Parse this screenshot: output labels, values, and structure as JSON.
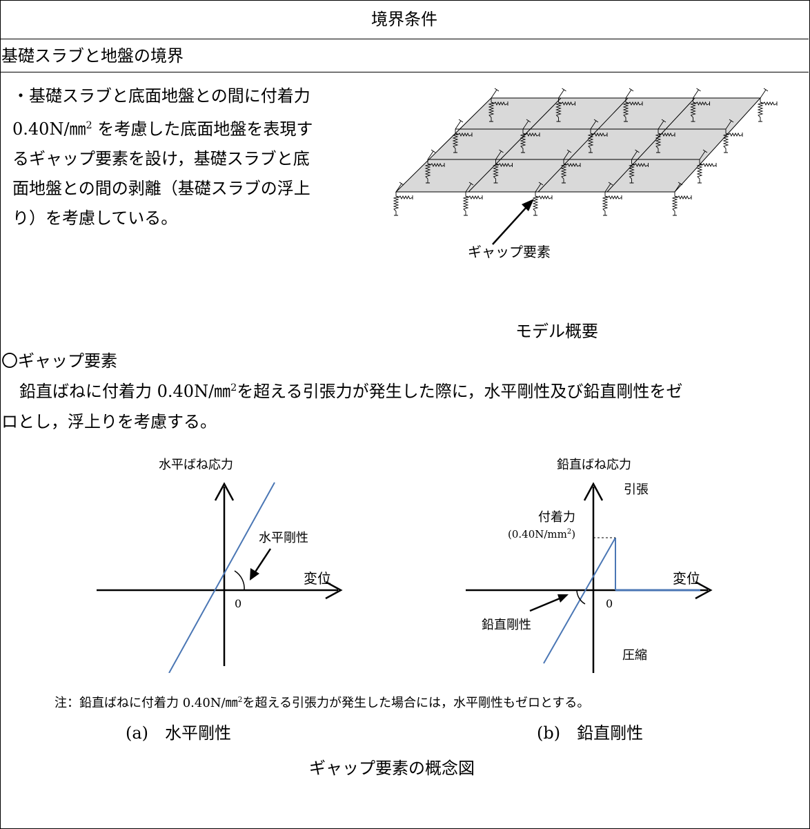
{
  "header": {
    "title": "境界条件"
  },
  "section": {
    "label": "基礎スラブと地盤の境界"
  },
  "description": {
    "lines": [
      "・基礎スラブと底面地盤との間に付着力",
      "0.40N/㎜",
      "を考慮した底面地盤を表現す",
      "るギャップ要素を設け，基礎スラブと底",
      "面地盤との間の剥離（基礎スラブの浮上",
      "り）を考慮している。"
    ],
    "superscript": "2"
  },
  "model": {
    "gap_label": "ギャップ要素",
    "caption": "モデル概要"
  },
  "gap": {
    "heading": "〇ギャップ要素",
    "text1_a": "鉛直ばねに付着力 0.40N/㎜",
    "text1_b": "を超える引張力が発生した際に，水平剛性及び鉛直剛性をゼ",
    "text2": "ロとし，浮上りを考慮する。"
  },
  "graph_a": {
    "title": "水平ばね応力",
    "slope_label": "水平剛性",
    "x_label": "変位",
    "origin": "0",
    "caption": "(a)　水平剛性"
  },
  "graph_b": {
    "title": "鉛直ばね応力",
    "tension": "引張",
    "compression": "圧縮",
    "adhesion": "付着力",
    "adhesion_value": "(0.40N/mm",
    "adhesion_close": ")",
    "x_label": "変位",
    "origin": "0",
    "slope_label": "鉛直剛性",
    "caption": "(b)　鉛直剛性"
  },
  "note": {
    "a": "注：鉛直ばねに付着力 0.40N/㎜",
    "b": "を超える引張力が発生した場合には，水平剛性もゼロとする。"
  },
  "figure_caption": "ギャップ要素の概念図",
  "colors": {
    "line_blue": "#4a76b4",
    "slab_gray": "#d9d9d9"
  }
}
